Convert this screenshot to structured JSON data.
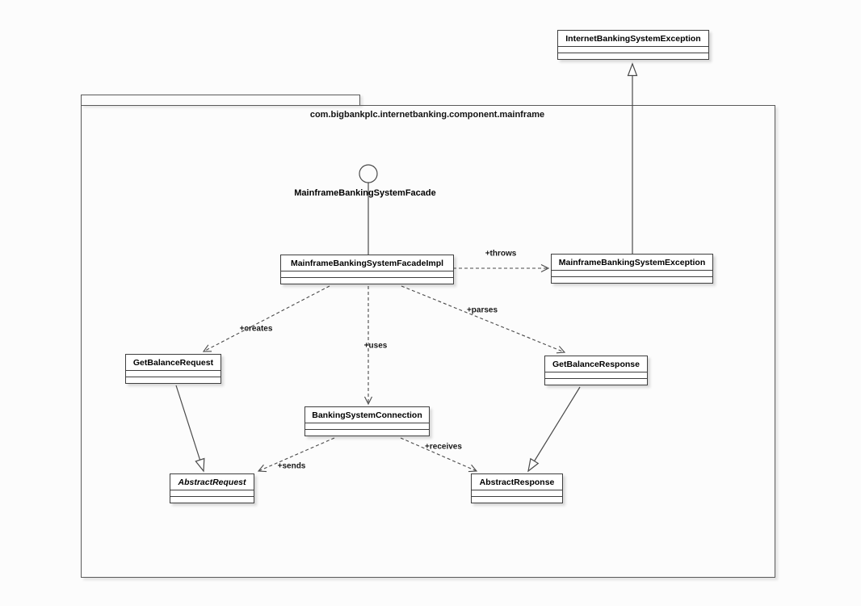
{
  "diagram": {
    "package": {
      "title": "com.bigbankplc.internetbanking.component.mainframe"
    },
    "interface": {
      "label": "MainframeBankingSystemFacade"
    },
    "classes": {
      "internet_banking_system_exception": {
        "name": "InternetBankingSystemException"
      },
      "mainframe_facade_impl": {
        "name": "MainframeBankingSystemFacadeImpl"
      },
      "mainframe_exception": {
        "name": "MainframeBankingSystemException"
      },
      "get_balance_request": {
        "name": "GetBalanceRequest"
      },
      "get_balance_response": {
        "name": "GetBalanceResponse"
      },
      "banking_system_connection": {
        "name": "BankingSystemConnection"
      },
      "abstract_request": {
        "name": "AbstractRequest",
        "abstract": true
      },
      "abstract_response": {
        "name": "AbstractResponse"
      }
    },
    "relations": {
      "throws": {
        "label": "+throws",
        "from": "mainframe_facade_impl",
        "to": "mainframe_exception",
        "style": "dashed-dependency"
      },
      "creates": {
        "label": "+creates",
        "from": "mainframe_facade_impl",
        "to": "get_balance_request",
        "style": "dashed-dependency"
      },
      "uses": {
        "label": "+uses",
        "from": "mainframe_facade_impl",
        "to": "banking_system_connection",
        "style": "dashed-dependency"
      },
      "parses": {
        "label": "+parses",
        "from": "mainframe_facade_impl",
        "to": "get_balance_response",
        "style": "dashed-dependency"
      },
      "sends": {
        "label": "+sends",
        "from": "banking_system_connection",
        "to": "abstract_request",
        "style": "dashed-dependency"
      },
      "receives": {
        "label": "+receives",
        "from": "banking_system_connection",
        "to": "abstract_response",
        "style": "dashed-dependency"
      },
      "generalizations": [
        {
          "from": "mainframe_exception",
          "to": "internet_banking_system_exception"
        },
        {
          "from": "get_balance_request",
          "to": "abstract_request"
        },
        {
          "from": "get_balance_response",
          "to": "abstract_response"
        }
      ],
      "realization": {
        "interface": "MainframeBankingSystemFacade",
        "implementation": "mainframe_facade_impl"
      }
    },
    "colors": {
      "line": "#4a4a4a",
      "box_border": "#3f3f3f",
      "box_fill": "#ffffff",
      "text": "#000000",
      "background": "#fcfcfc"
    }
  }
}
